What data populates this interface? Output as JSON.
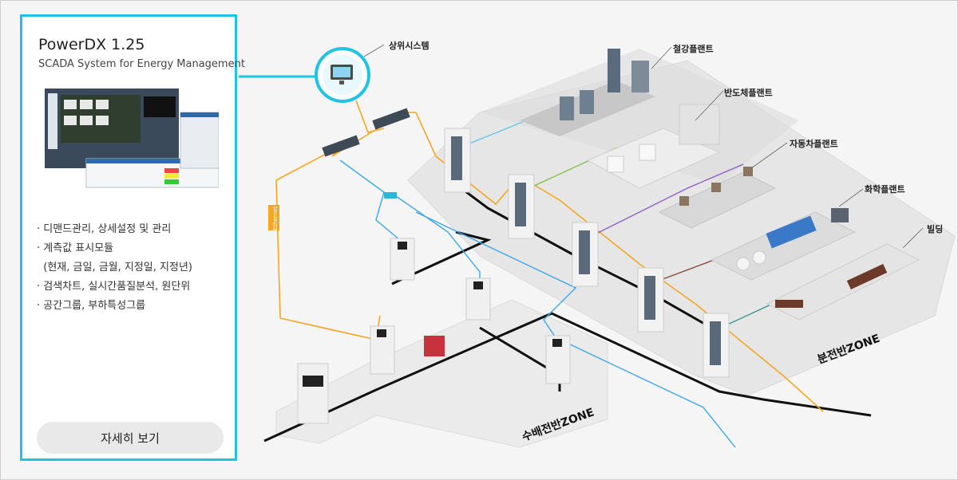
{
  "panel": {
    "title": "PowerDX 1.25",
    "subtitle": "SCADA System for Energy Management",
    "features": [
      "· 디맨드관리, 상세설정 및 관리",
      "· 계측값 표시모듈",
      "  (현재, 금일, 금월, 지정일, 지정년)",
      "· 검색차트, 실시간품질분석, 원단위",
      "· 공간그룹, 부하특성그룹"
    ],
    "detail_button": "자세히 보기"
  },
  "diagram": {
    "labels": {
      "upper_system": "상위시스템",
      "steel": "철강플랜트",
      "semiconductor": "반도체플랜트",
      "automotive": "자동차플랜트",
      "chemical": "화학플랜트",
      "building": "빌딩",
      "ethernet": "Ethernet"
    },
    "zones": {
      "receiving": "수배전반ZONE",
      "distribution": "분전반ZONE"
    }
  },
  "colors": {
    "accent": "#1fc3e4",
    "ethernet": "#f5a623",
    "signal": "#3aa7e8",
    "power": "#111111"
  }
}
